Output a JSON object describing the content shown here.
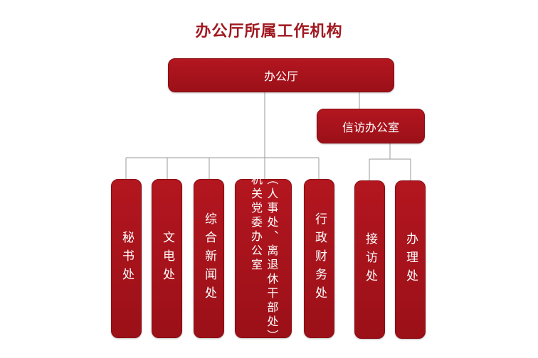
{
  "title": "办公厅所属工作机构",
  "root": "办公厅",
  "sub_root": "信访办公室",
  "units": [
    "秘书处",
    "文电处",
    "综合新闻处",
    "机关党委办公室",
    "行政财务处"
  ],
  "unit_note": "（人事处、离退休干部处）",
  "sub_units": [
    "接访处",
    "办理处"
  ]
}
